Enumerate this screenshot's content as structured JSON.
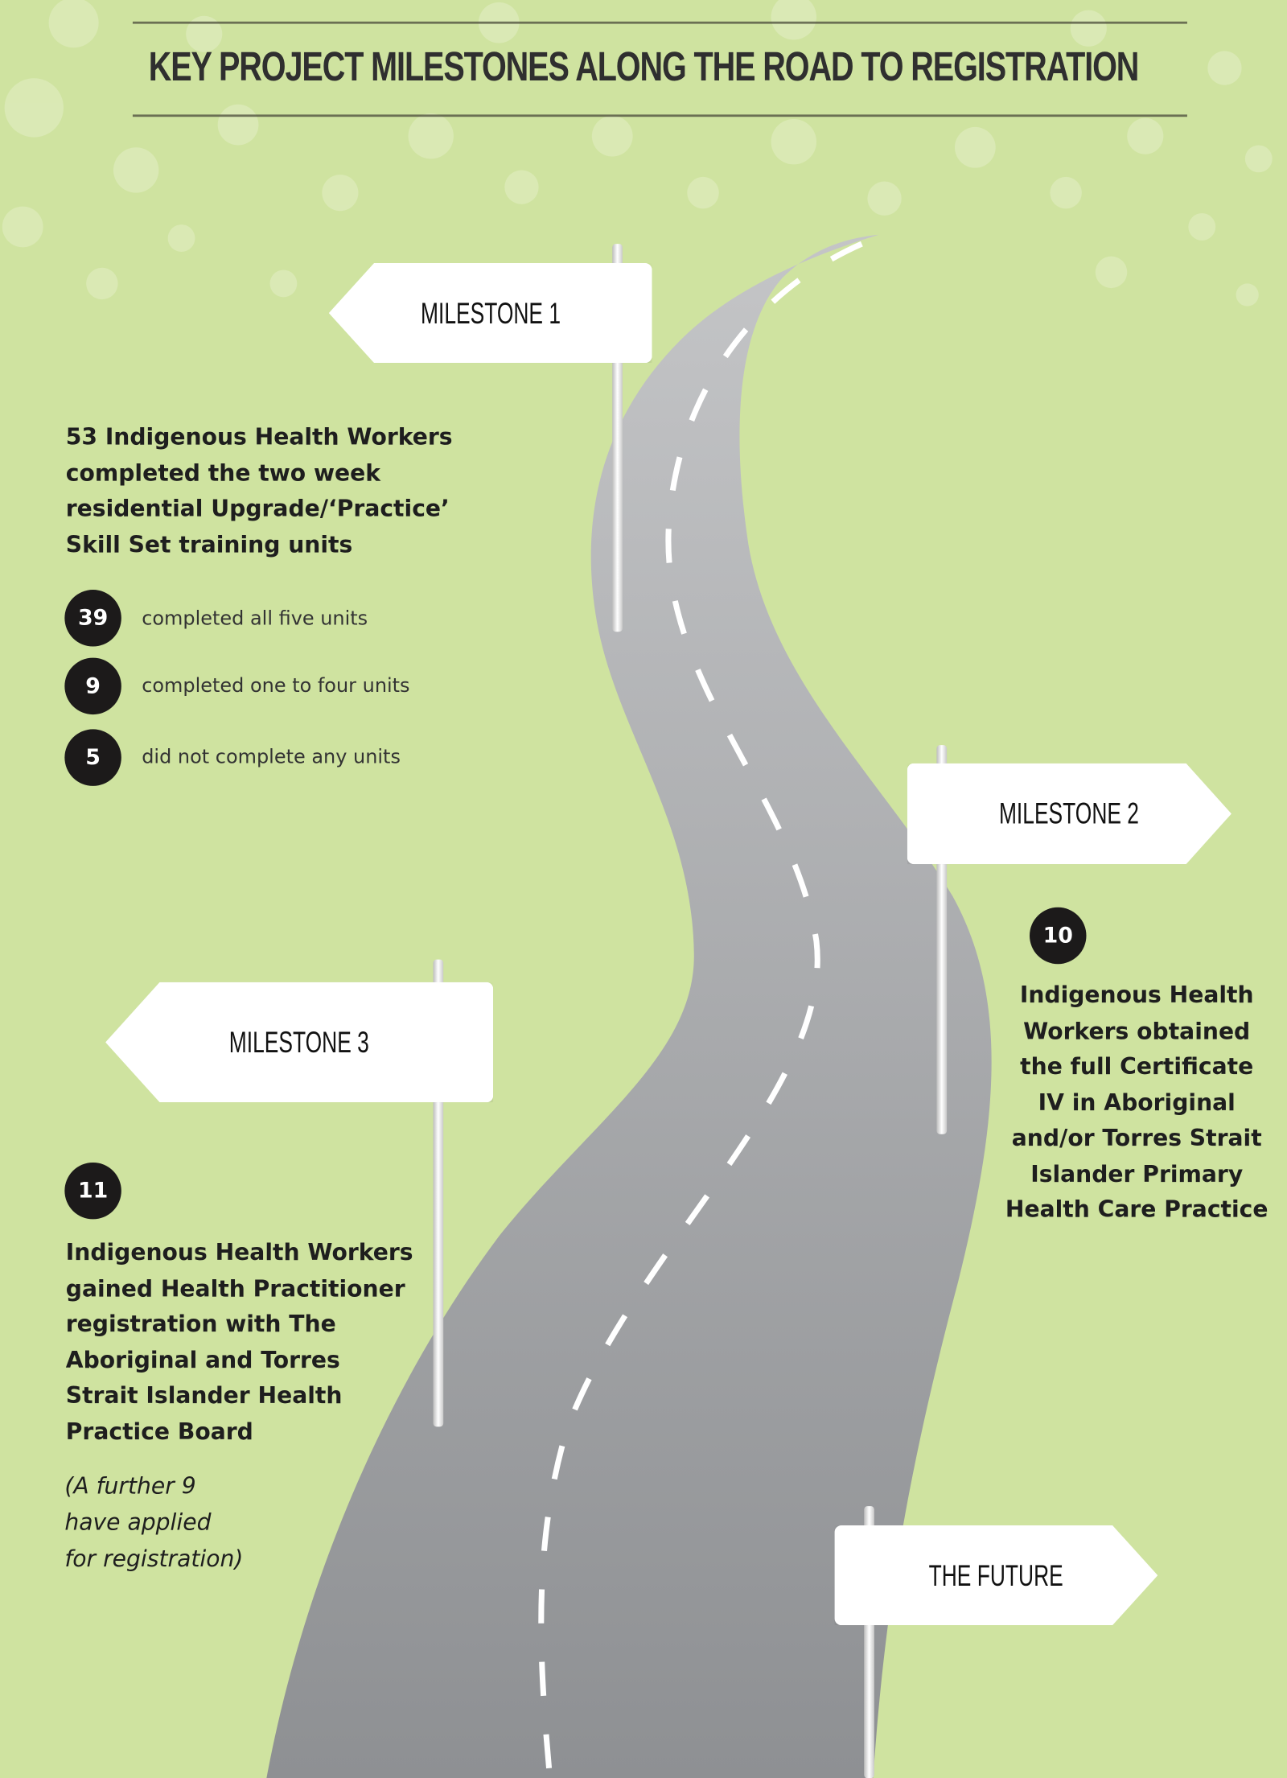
{
  "title": "KEY PROJECT MILESTONES ALONG THE ROAD TO REGISTRATION",
  "colors": {
    "background": "#cfe3a0",
    "road": "#a9abae",
    "badge": "#1c1a1a"
  },
  "milestone1": {
    "label": "MILESTONE 1",
    "text": "53 Indigenous Health Workers\ncompleted the two week\nresidential Upgrade/‘Practice’\nSkill Set training units",
    "stats": [
      {
        "value": "39",
        "label": "completed all five units"
      },
      {
        "value": "9",
        "label": "completed one to four units"
      },
      {
        "value": "5",
        "label": "did not complete any units"
      }
    ]
  },
  "milestone2": {
    "label": "MILESTONE 2",
    "value": "10",
    "text": "Indigenous Health\nWorkers obtained\nthe full Certificate\nIV in Aboriginal\nand/or Torres Strait\nIslander Primary\nHealth Care Practice"
  },
  "milestone3": {
    "label": "MILESTONE 3",
    "value": "11",
    "text": "Indigenous Health Workers\ngained Health Practitioner\nregistration with The\nAboriginal and Torres\nStrait Islander Health\nPractice Board",
    "note": "(A further 9\nhave applied\nfor registration)"
  },
  "future": {
    "label": "THE FUTURE"
  }
}
